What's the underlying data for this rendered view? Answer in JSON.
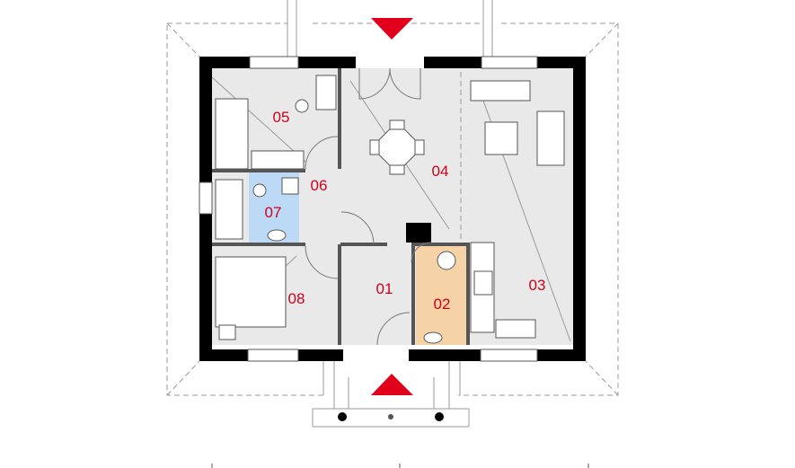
{
  "colors": {
    "wall": "#000000",
    "floor": "#e9e9e9",
    "bathroom_floor": "#bcd9f5",
    "wc_floor": "#f6d3a6",
    "label": "#d0001b",
    "arrow": "#e0001b",
    "line": "#8a8a8a",
    "dashed": "#9a9a9a"
  },
  "rooms": [
    {
      "id": "01",
      "label": "01"
    },
    {
      "id": "02",
      "label": "02"
    },
    {
      "id": "03",
      "label": "03"
    },
    {
      "id": "04",
      "label": "04"
    },
    {
      "id": "05",
      "label": "05"
    },
    {
      "id": "06",
      "label": "06"
    },
    {
      "id": "07",
      "label": "07"
    },
    {
      "id": "08",
      "label": "08"
    }
  ],
  "icons": [
    "entrance-arrow-icon",
    "entrance-arrow-icon"
  ]
}
